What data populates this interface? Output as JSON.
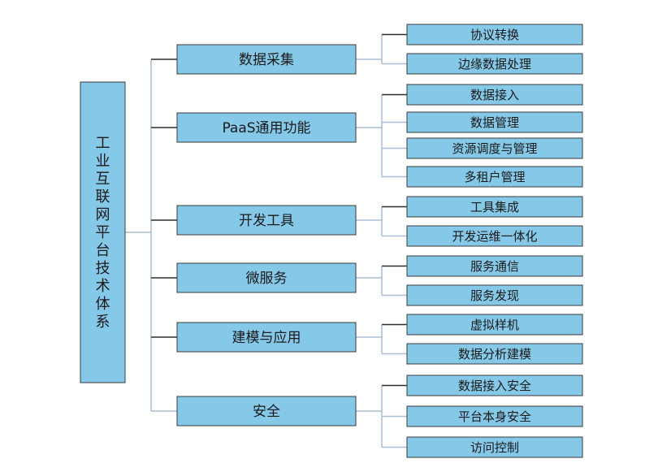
{
  "root": {
    "label": "工业互联网平台技术体系"
  },
  "categories": [
    {
      "label": "数据采集",
      "items": [
        "协议转换",
        "边缘数据处理"
      ]
    },
    {
      "label": "PaaS通用功能",
      "items": [
        "数据接入",
        "数据管理",
        "资源调度与管理",
        "多租户管理"
      ]
    },
    {
      "label": "开发工具",
      "items": [
        "工具集成",
        "开发运维一体化"
      ]
    },
    {
      "label": "微服务",
      "items": [
        "服务通信",
        "服务发现"
      ]
    },
    {
      "label": "建模与应用",
      "items": [
        "虚拟样机",
        "数据分析建模"
      ]
    },
    {
      "label": "安全",
      "items": [
        "数据接入安全",
        "平台本身安全",
        "访问控制"
      ]
    }
  ],
  "colors": {
    "box_fill": "#86c8e8",
    "box_stroke": "#3b3b3b",
    "line_dark": "#2f2f2f",
    "line_light": "#a9bfd6"
  }
}
